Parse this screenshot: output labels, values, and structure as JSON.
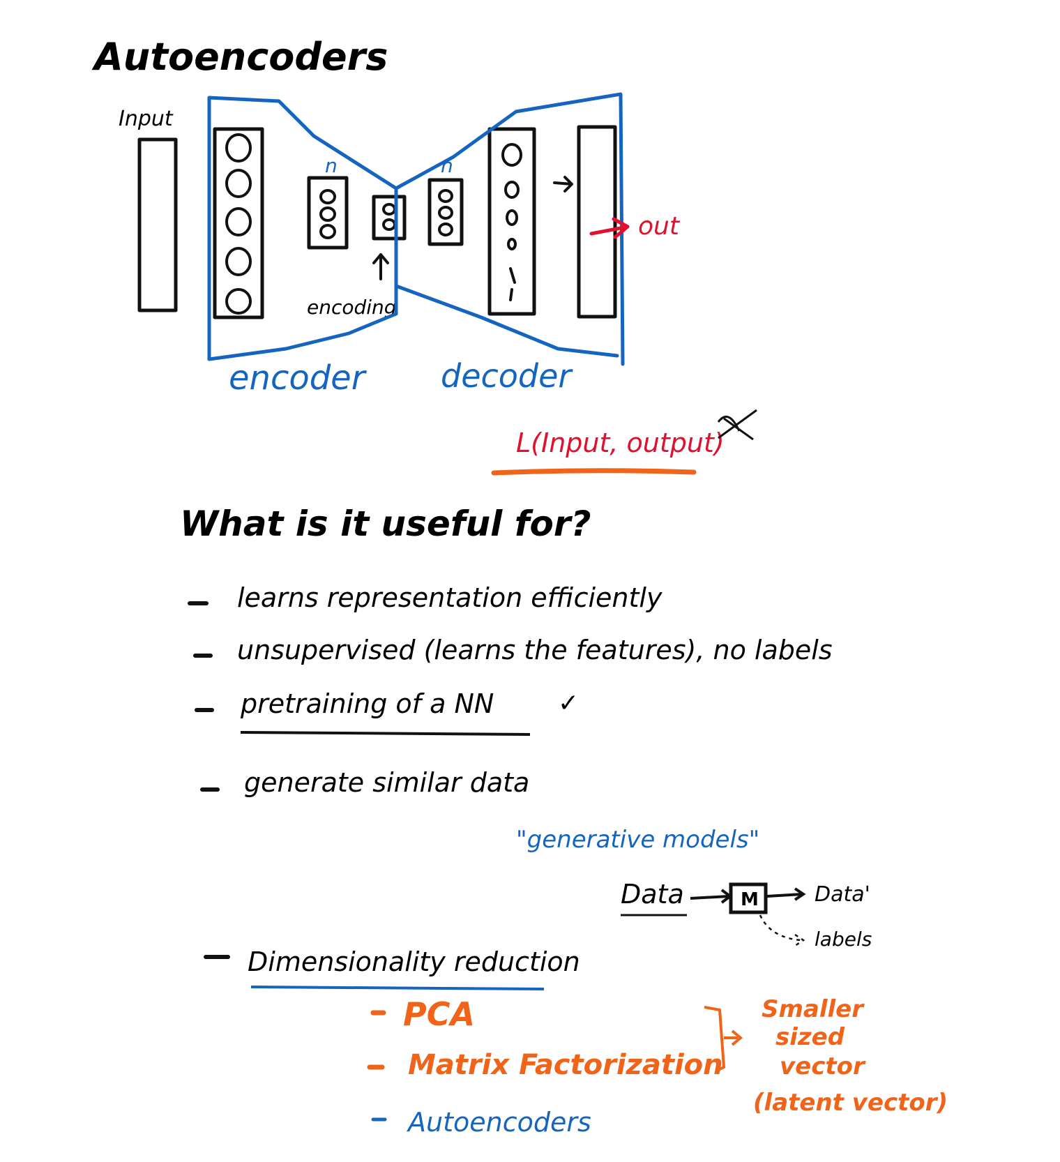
{
  "title": "Autoencoders",
  "diagram": {
    "input_label": "Input",
    "layer_size_left": "n",
    "layer_size_right": "n",
    "encoding_label": "encoding",
    "encoder_label": "encoder",
    "decoder_label": "decoder",
    "out_label": "out",
    "loss_label": "L(Input, output)",
    "colors": {
      "ink": "#111111",
      "blue": "#1565c0",
      "red": "#e0102f",
      "orange": "#f06419"
    }
  },
  "question": "What is it useful for?",
  "uses": [
    {
      "text": "learns representation efficiently"
    },
    {
      "text": "unsupervised (learns the features), no labels"
    },
    {
      "text": "pretraining of a NN",
      "mark": "✓"
    },
    {
      "text": "generate similar data"
    }
  ],
  "generative": {
    "label": "\"generative models\"",
    "data_in": "Data",
    "model": "M",
    "data_out": "Data'",
    "labels": "labels"
  },
  "dimensionality": {
    "heading": "Dimensionality reduction",
    "items": [
      "PCA",
      "Matrix Factorization",
      "Autoencoders"
    ],
    "result": [
      "Smaller",
      "sized",
      "vector",
      "(latent vector)"
    ]
  }
}
